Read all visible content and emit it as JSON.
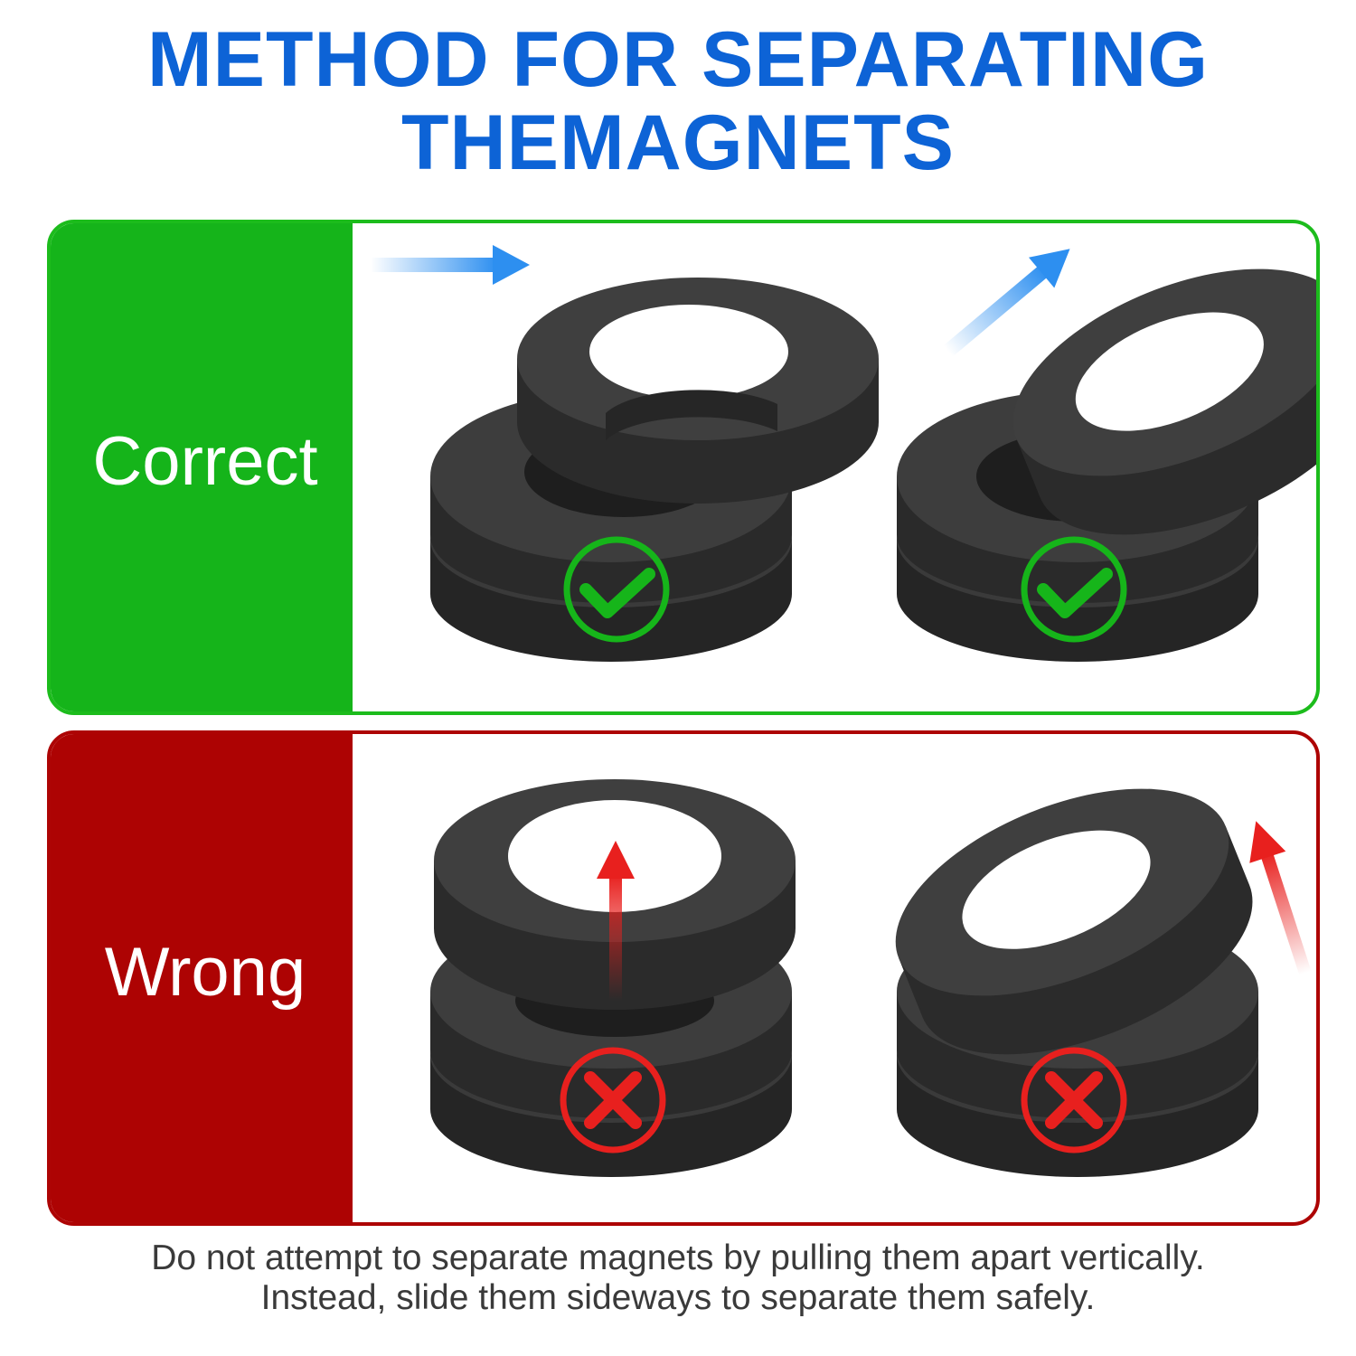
{
  "title": {
    "line1": "METHOD FOR SEPARATING",
    "line2": "THEMAGNETS"
  },
  "correct": {
    "label": "Correct"
  },
  "wrong": {
    "label": "Wrong"
  },
  "footer": {
    "line1": "Do not attempt to separate magnets by pulling them apart vertically.",
    "line2": "Instead, slide them sideways to separate them safely."
  },
  "icons": {
    "correct_mark": "check-circle-icon",
    "wrong_mark": "x-circle-icon",
    "magnet": "ring-magnet-icon",
    "arrow_correct": "blue-arrow-icon",
    "arrow_wrong": "red-arrow-icon"
  },
  "colors": {
    "title": "#0d63d6",
    "correct": "#15b41a",
    "wrong": "#ad0303",
    "arrow_blue": "#2d8ff0",
    "arrow_red": "#e8201e"
  }
}
